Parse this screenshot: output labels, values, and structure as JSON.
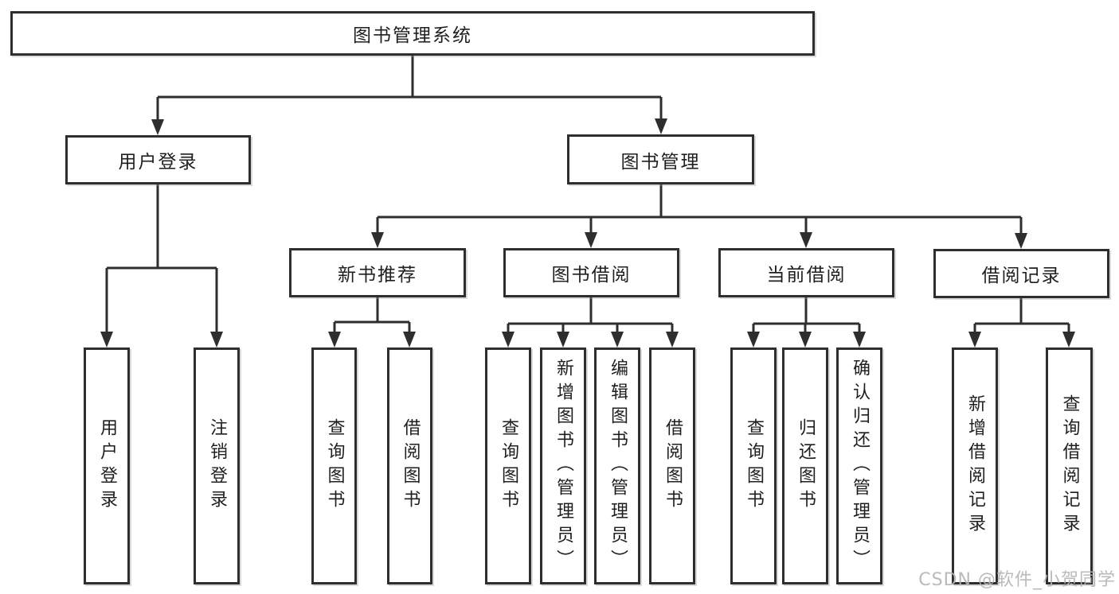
{
  "diagram": {
    "root": "图书管理系统",
    "level2": [
      "用户登录",
      "图书管理"
    ],
    "level3": [
      "新书推荐",
      "图书借阅",
      "当前借阅",
      "借阅记录"
    ],
    "leaves": {
      "user_login": [
        "用户登录",
        "注销登录"
      ],
      "new_book": [
        "查询图书",
        "借阅图书"
      ],
      "book_borrow": [
        "查询图书",
        "新增图书（管理员）",
        "编辑图书（管理员）",
        "借阅图书"
      ],
      "current_borrow": [
        "查询图书",
        "归还图书",
        "确认归还（管理员）"
      ],
      "borrow_records": [
        "新增借阅记录",
        "查询借阅记录"
      ]
    }
  },
  "watermark": "CSDN @软件_小贺同学",
  "colors": {
    "line": "#2e2e2e",
    "text": "#1f1f1f",
    "watermark": "#b3b3b3"
  }
}
